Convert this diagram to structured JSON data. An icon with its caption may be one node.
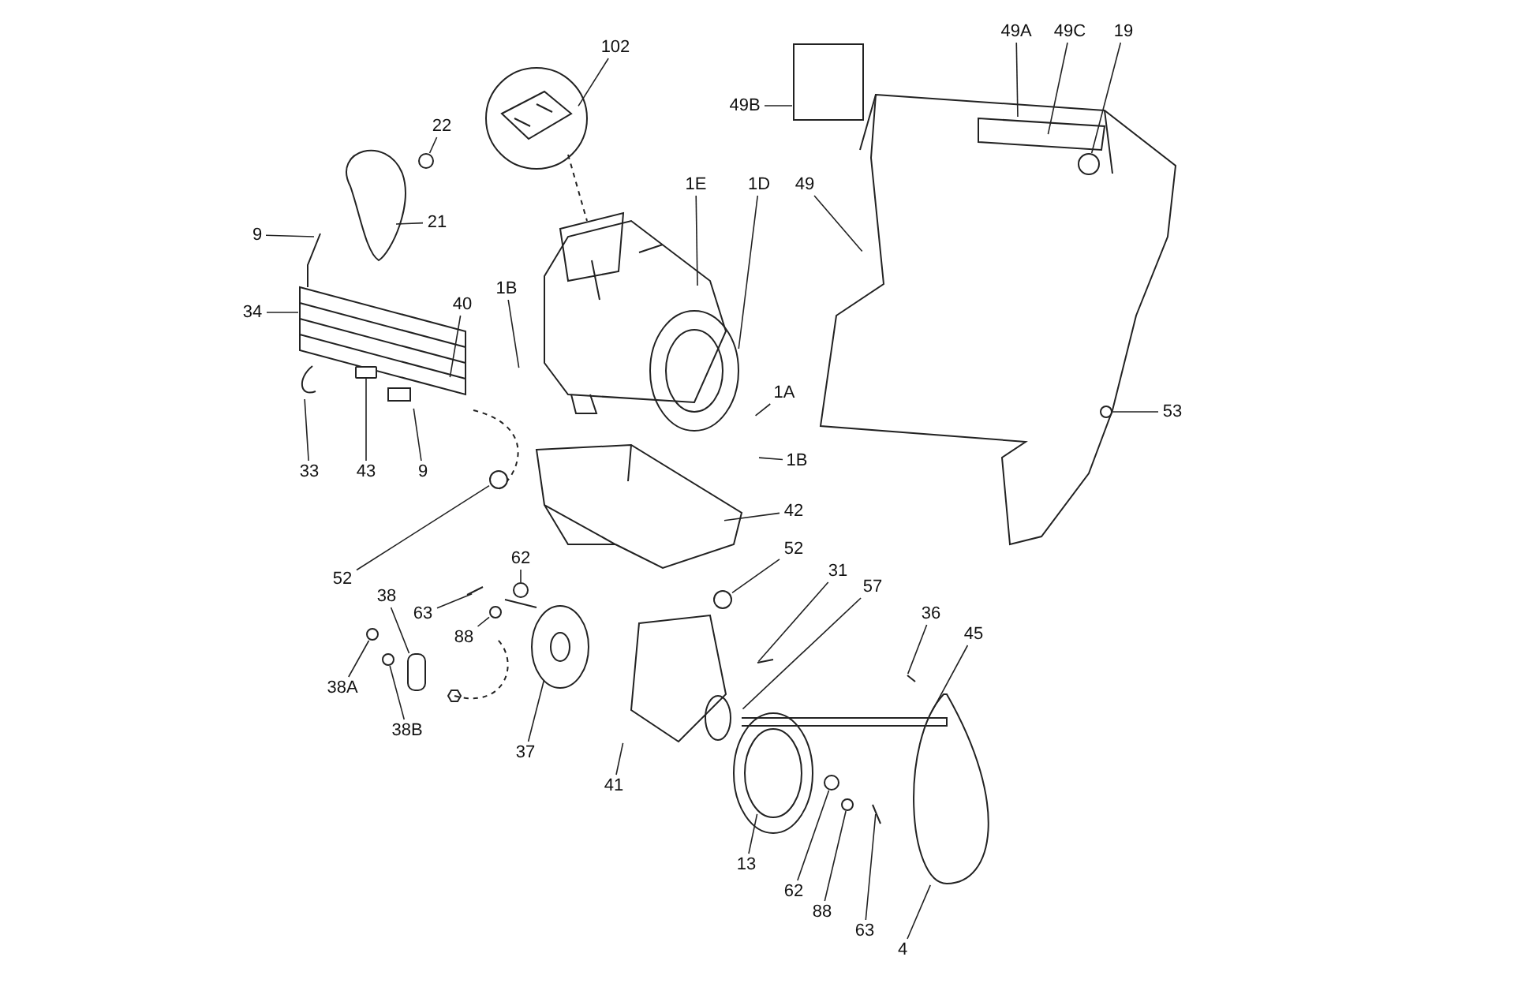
{
  "diagram": {
    "nodes": [
      {
        "text": [
          "102"
        ]
      },
      {
        "text": [
          "22"
        ]
      },
      {
        "text": [
          "21"
        ]
      },
      {
        "text": [
          "9"
        ]
      },
      {
        "text": [
          "34"
        ]
      },
      {
        "text": [
          "1E"
        ]
      },
      {
        "text": [
          "1D"
        ]
      },
      {
        "text": [
          "1B"
        ]
      },
      {
        "text": [
          "40"
        ]
      },
      {
        "text": [
          "1A"
        ]
      },
      {
        "text": [
          "1B"
        ]
      },
      {
        "text": [
          "33"
        ]
      },
      {
        "text": [
          "43"
        ]
      },
      {
        "text": [
          "9"
        ]
      },
      {
        "text": [
          "42"
        ]
      },
      {
        "text": [
          "52"
        ]
      },
      {
        "text": [
          "62"
        ]
      },
      {
        "text": [
          "38"
        ]
      },
      {
        "text": [
          "63"
        ]
      },
      {
        "text": [
          "88"
        ]
      },
      {
        "text": [
          "52"
        ]
      },
      {
        "text": [
          "31"
        ]
      },
      {
        "text": [
          "57"
        ]
      },
      {
        "text": [
          "36"
        ]
      },
      {
        "text": [
          "45"
        ]
      },
      {
        "text": [
          "38A"
        ]
      },
      {
        "text": [
          "38B"
        ]
      },
      {
        "text": [
          "37"
        ]
      },
      {
        "text": [
          "41"
        ]
      },
      {
        "text": [
          "13"
        ]
      },
      {
        "text": [
          "62"
        ]
      },
      {
        "text": [
          "88"
        ]
      },
      {
        "text": [
          "63"
        ]
      },
      {
        "text": [
          "4"
        ]
      },
      {
        "text": [
          "49B"
        ]
      },
      {
        "text": [
          "49A"
        ]
      },
      {
        "text": [
          "49C"
        ]
      },
      {
        "text": [
          "19"
        ]
      },
      {
        "text": [
          "49"
        ]
      },
      {
        "text": [
          "53"
        ]
      },
      {
        "text": [],
        "shape": "circle"
      },
      {
        "text": [],
        "shape": "circle"
      },
      {
        "text": [],
        "shape": "box"
      },
      {
        "text": [],
        "shape": "circle"
      },
      {
        "text": [],
        "shape": "circle"
      },
      {
        "text": [],
        "shape": "circle"
      },
      {
        "text": [],
        "shape": "circle"
      },
      {
        "text": [],
        "shape": "circle"
      },
      {
        "text": [],
        "shape": "circle"
      },
      {
        "text": [],
        "shape": "circle"
      },
      {
        "text": [],
        "shape": "cylinder"
      },
      {
        "text": [],
        "shape": "circle"
      },
      {
        "text": [],
        "shape": "circle"
      }
    ],
    "edges": [
      {
        "from": 0,
        "to": null,
        "arrow": "none"
      },
      {
        "from": 1,
        "to": 40,
        "arrow": "none"
      },
      {
        "from": 2,
        "to": null,
        "arrow": "none"
      },
      {
        "from": 3,
        "to": null,
        "arrow": "none"
      },
      {
        "from": 4,
        "to": null,
        "arrow": "none"
      },
      {
        "from": 5,
        "to": null,
        "arrow": "none"
      },
      {
        "from": 6,
        "to": null,
        "arrow": "none"
      },
      {
        "from": 7,
        "to": null,
        "arrow": "none"
      },
      {
        "from": 8,
        "to": null,
        "arrow": "none"
      },
      {
        "from": 9,
        "to": null,
        "arrow": "none"
      },
      {
        "from": 10,
        "to": null,
        "arrow": "none"
      },
      {
        "from": 11,
        "to": null,
        "arrow": "none"
      },
      {
        "from": 12,
        "to": 42,
        "arrow": "none"
      },
      {
        "from": 13,
        "to": null,
        "arrow": "none"
      },
      {
        "from": 14,
        "to": null,
        "arrow": "none"
      },
      {
        "from": 15,
        "to": 44,
        "arrow": "none"
      },
      {
        "from": 16,
        "to": 45,
        "arrow": "none"
      },
      {
        "from": 17,
        "to": 50,
        "arrow": "none"
      },
      {
        "from": 18,
        "to": null,
        "arrow": "none"
      },
      {
        "from": 19,
        "to": 47,
        "arrow": "none"
      },
      {
        "from": 20,
        "to": 46,
        "arrow": "none"
      },
      {
        "from": 21,
        "to": null,
        "arrow": "none"
      },
      {
        "from": 22,
        "to": null,
        "arrow": "none"
      },
      {
        "from": 23,
        "to": null,
        "arrow": "none"
      },
      {
        "from": 24,
        "to": null,
        "arrow": "none"
      },
      {
        "from": 25,
        "to": 48,
        "arrow": "none"
      },
      {
        "from": 26,
        "to": 49,
        "arrow": "none"
      },
      {
        "from": 27,
        "to": null,
        "arrow": "none"
      },
      {
        "from": 28,
        "to": null,
        "arrow": "none"
      },
      {
        "from": 29,
        "to": null,
        "arrow": "none"
      },
      {
        "from": 30,
        "to": 51,
        "arrow": "none"
      },
      {
        "from": 31,
        "to": 52,
        "arrow": "none"
      },
      {
        "from": 32,
        "to": null,
        "arrow": "none"
      },
      {
        "from": 33,
        "to": null,
        "arrow": "none"
      },
      {
        "from": 34,
        "to": null,
        "arrow": "none"
      },
      {
        "from": 35,
        "to": null,
        "arrow": "none"
      },
      {
        "from": 36,
        "to": null,
        "arrow": "none"
      },
      {
        "from": 37,
        "to": 41,
        "arrow": "none"
      },
      {
        "from": 38,
        "to": null,
        "arrow": "none"
      },
      {
        "from": 39,
        "to": 43,
        "arrow": "none"
      }
    ]
  }
}
